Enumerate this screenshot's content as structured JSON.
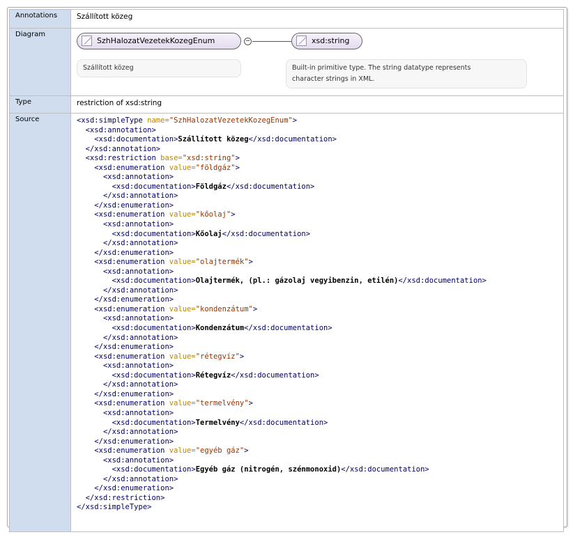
{
  "labels": {
    "annotations": "Annotations",
    "diagram": "Diagram",
    "type": "Type",
    "source": "Source"
  },
  "annotation_text": "Szállított közeg",
  "type_text": "restriction of xsd:string",
  "diagram": {
    "main_box": "SzhHalozatVezetekKozegEnum",
    "main_doc": "Szállított közeg",
    "target_box": "xsd:string",
    "target_doc_line1": "Built-in primitive type. The string datatype represents",
    "target_doc_line2": "character strings in XML."
  },
  "source_lines": [
    {
      "indent": 0,
      "parts": [
        [
          "t",
          "<xsd:simpleType "
        ],
        [
          "an",
          "name="
        ],
        [
          "av",
          "\"SzhHalozatVezetekKozegEnum\""
        ],
        [
          "t",
          ">"
        ]
      ]
    },
    {
      "indent": 1,
      "parts": [
        [
          "t",
          "<xsd:annotation>"
        ]
      ]
    },
    {
      "indent": 2,
      "parts": [
        [
          "t",
          "<xsd:documentation>"
        ],
        [
          "tx",
          "Szállított közeg"
        ],
        [
          "t",
          "</xsd:documentation>"
        ]
      ]
    },
    {
      "indent": 1,
      "parts": [
        [
          "t",
          "</xsd:annotation>"
        ]
      ]
    },
    {
      "indent": 1,
      "parts": [
        [
          "t",
          "<xsd:restriction "
        ],
        [
          "an",
          "base="
        ],
        [
          "av",
          "\"xsd:string\""
        ],
        [
          "t",
          ">"
        ]
      ]
    },
    {
      "indent": 2,
      "parts": [
        [
          "t",
          "<xsd:enumeration "
        ],
        [
          "an",
          "value="
        ],
        [
          "av",
          "\"földgáz\""
        ],
        [
          "t",
          ">"
        ]
      ]
    },
    {
      "indent": 3,
      "parts": [
        [
          "t",
          "<xsd:annotation>"
        ]
      ]
    },
    {
      "indent": 4,
      "parts": [
        [
          "t",
          "<xsd:documentation>"
        ],
        [
          "tx",
          "Földgáz"
        ],
        [
          "t",
          "</xsd:documentation>"
        ]
      ]
    },
    {
      "indent": 3,
      "parts": [
        [
          "t",
          "</xsd:annotation>"
        ]
      ]
    },
    {
      "indent": 2,
      "parts": [
        [
          "t",
          "</xsd:enumeration>"
        ]
      ]
    },
    {
      "indent": 2,
      "parts": [
        [
          "t",
          "<xsd:enumeration "
        ],
        [
          "an",
          "value="
        ],
        [
          "av",
          "\"kőolaj\""
        ],
        [
          "t",
          ">"
        ]
      ]
    },
    {
      "indent": 3,
      "parts": [
        [
          "t",
          "<xsd:annotation>"
        ]
      ]
    },
    {
      "indent": 4,
      "parts": [
        [
          "t",
          "<xsd:documentation>"
        ],
        [
          "tx",
          "Kőolaj"
        ],
        [
          "t",
          "</xsd:documentation>"
        ]
      ]
    },
    {
      "indent": 3,
      "parts": [
        [
          "t",
          "</xsd:annotation>"
        ]
      ]
    },
    {
      "indent": 2,
      "parts": [
        [
          "t",
          "</xsd:enumeration>"
        ]
      ]
    },
    {
      "indent": 2,
      "parts": [
        [
          "t",
          "<xsd:enumeration "
        ],
        [
          "an",
          "value="
        ],
        [
          "av",
          "\"olajtermék\""
        ],
        [
          "t",
          ">"
        ]
      ]
    },
    {
      "indent": 3,
      "parts": [
        [
          "t",
          "<xsd:annotation>"
        ]
      ]
    },
    {
      "indent": 4,
      "parts": [
        [
          "t",
          "<xsd:documentation>"
        ],
        [
          "tx",
          "Olajtermék, (pl.: gázolaj vegyibenzin, etilén)"
        ],
        [
          "t",
          "</xsd:documentation>"
        ]
      ]
    },
    {
      "indent": 3,
      "parts": [
        [
          "t",
          "</xsd:annotation>"
        ]
      ]
    },
    {
      "indent": 2,
      "parts": [
        [
          "t",
          "</xsd:enumeration>"
        ]
      ]
    },
    {
      "indent": 2,
      "parts": [
        [
          "t",
          "<xsd:enumeration "
        ],
        [
          "an",
          "value="
        ],
        [
          "av",
          "\"kondenzátum\""
        ],
        [
          "t",
          ">"
        ]
      ]
    },
    {
      "indent": 3,
      "parts": [
        [
          "t",
          "<xsd:annotation>"
        ]
      ]
    },
    {
      "indent": 4,
      "parts": [
        [
          "t",
          "<xsd:documentation>"
        ],
        [
          "tx",
          "Kondenzátum"
        ],
        [
          "t",
          "</xsd:documentation>"
        ]
      ]
    },
    {
      "indent": 3,
      "parts": [
        [
          "t",
          "</xsd:annotation>"
        ]
      ]
    },
    {
      "indent": 2,
      "parts": [
        [
          "t",
          "</xsd:enumeration>"
        ]
      ]
    },
    {
      "indent": 2,
      "parts": [
        [
          "t",
          "<xsd:enumeration "
        ],
        [
          "an",
          "value="
        ],
        [
          "av",
          "\"rétegvíz\""
        ],
        [
          "t",
          ">"
        ]
      ]
    },
    {
      "indent": 3,
      "parts": [
        [
          "t",
          "<xsd:annotation>"
        ]
      ]
    },
    {
      "indent": 4,
      "parts": [
        [
          "t",
          "<xsd:documentation>"
        ],
        [
          "tx",
          "Rétegvíz"
        ],
        [
          "t",
          "</xsd:documentation>"
        ]
      ]
    },
    {
      "indent": 3,
      "parts": [
        [
          "t",
          "</xsd:annotation>"
        ]
      ]
    },
    {
      "indent": 2,
      "parts": [
        [
          "t",
          "</xsd:enumeration>"
        ]
      ]
    },
    {
      "indent": 2,
      "parts": [
        [
          "t",
          "<xsd:enumeration "
        ],
        [
          "an",
          "value="
        ],
        [
          "av",
          "\"termelvény\""
        ],
        [
          "t",
          ">"
        ]
      ]
    },
    {
      "indent": 3,
      "parts": [
        [
          "t",
          "<xsd:annotation>"
        ]
      ]
    },
    {
      "indent": 4,
      "parts": [
        [
          "t",
          "<xsd:documentation>"
        ],
        [
          "tx",
          "Termelvény"
        ],
        [
          "t",
          "</xsd:documentation>"
        ]
      ]
    },
    {
      "indent": 3,
      "parts": [
        [
          "t",
          "</xsd:annotation>"
        ]
      ]
    },
    {
      "indent": 2,
      "parts": [
        [
          "t",
          "</xsd:enumeration>"
        ]
      ]
    },
    {
      "indent": 2,
      "parts": [
        [
          "t",
          "<xsd:enumeration "
        ],
        [
          "an",
          "value="
        ],
        [
          "av",
          "\"egyéb gáz\""
        ],
        [
          "t",
          ">"
        ]
      ]
    },
    {
      "indent": 3,
      "parts": [
        [
          "t",
          "<xsd:annotation>"
        ]
      ]
    },
    {
      "indent": 4,
      "parts": [
        [
          "t",
          "<xsd:documentation>"
        ],
        [
          "tx",
          "Egyéb gáz (nitrogén, szénmonoxid)"
        ],
        [
          "t",
          "</xsd:documentation>"
        ]
      ]
    },
    {
      "indent": 3,
      "parts": [
        [
          "t",
          "</xsd:annotation>"
        ]
      ]
    },
    {
      "indent": 2,
      "parts": [
        [
          "t",
          "</xsd:enumeration>"
        ]
      ]
    },
    {
      "indent": 1,
      "parts": [
        [
          "t",
          "</xsd:restriction>"
        ]
      ]
    },
    {
      "indent": 0,
      "parts": [
        [
          "t",
          "</xsd:simpleType>"
        ]
      ]
    }
  ],
  "icons": {
    "type_icon": "simpletype-icon",
    "sequence_icon": "expand-icon"
  }
}
